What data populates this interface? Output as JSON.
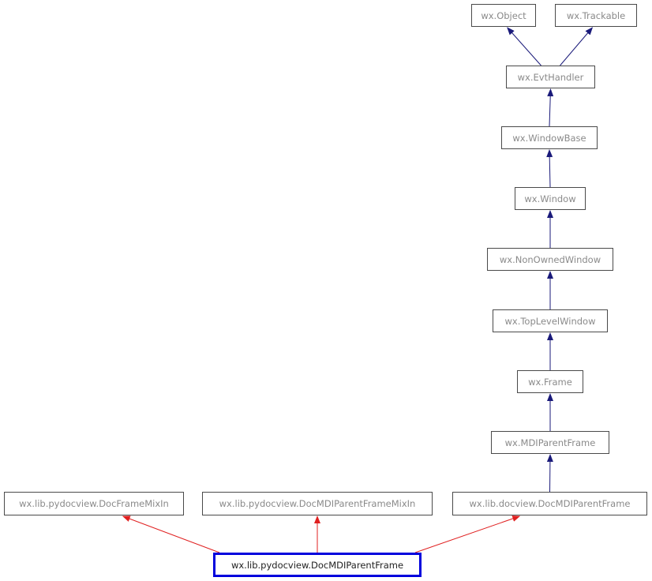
{
  "diagram": {
    "type": "class-inheritance",
    "colors": {
      "node_border": "#4a4a4a",
      "node_text": "#8a8a8a",
      "current_border": "#0000dd",
      "current_text": "#222222",
      "edge_primary": "#1a1a7a",
      "edge_mixin": "#e02020"
    },
    "nodes": {
      "object": "wx.Object",
      "trackable": "wx.Trackable",
      "evthandler": "wx.EvtHandler",
      "windowbase": "wx.WindowBase",
      "window": "wx.Window",
      "nonownedwindow": "wx.NonOwnedWindow",
      "toplevelwindow": "wx.TopLevelWindow",
      "frame": "wx.Frame",
      "mdiparentframe": "wx.MDIParentFrame",
      "docframemixin": "wx.lib.pydocview.DocFrameMixIn",
      "docmdiparentframemixin": "wx.lib.pydocview.DocMDIParentFrameMixIn",
      "docview_docmdiparentframe": "wx.lib.docview.DocMDIParentFrame",
      "current": "wx.lib.pydocview.DocMDIParentFrame"
    },
    "edges": [
      {
        "from": "evthandler",
        "to": "object",
        "kind": "primary"
      },
      {
        "from": "evthandler",
        "to": "trackable",
        "kind": "primary"
      },
      {
        "from": "windowbase",
        "to": "evthandler",
        "kind": "primary"
      },
      {
        "from": "window",
        "to": "windowbase",
        "kind": "primary"
      },
      {
        "from": "nonownedwindow",
        "to": "window",
        "kind": "primary"
      },
      {
        "from": "toplevelwindow",
        "to": "nonownedwindow",
        "kind": "primary"
      },
      {
        "from": "frame",
        "to": "toplevelwindow",
        "kind": "primary"
      },
      {
        "from": "mdiparentframe",
        "to": "frame",
        "kind": "primary"
      },
      {
        "from": "docview_docmdiparentframe",
        "to": "mdiparentframe",
        "kind": "primary"
      },
      {
        "from": "current",
        "to": "docframemixin",
        "kind": "mixin"
      },
      {
        "from": "current",
        "to": "docmdiparentframemixin",
        "kind": "mixin"
      },
      {
        "from": "current",
        "to": "docview_docmdiparentframe",
        "kind": "mixin"
      }
    ]
  }
}
